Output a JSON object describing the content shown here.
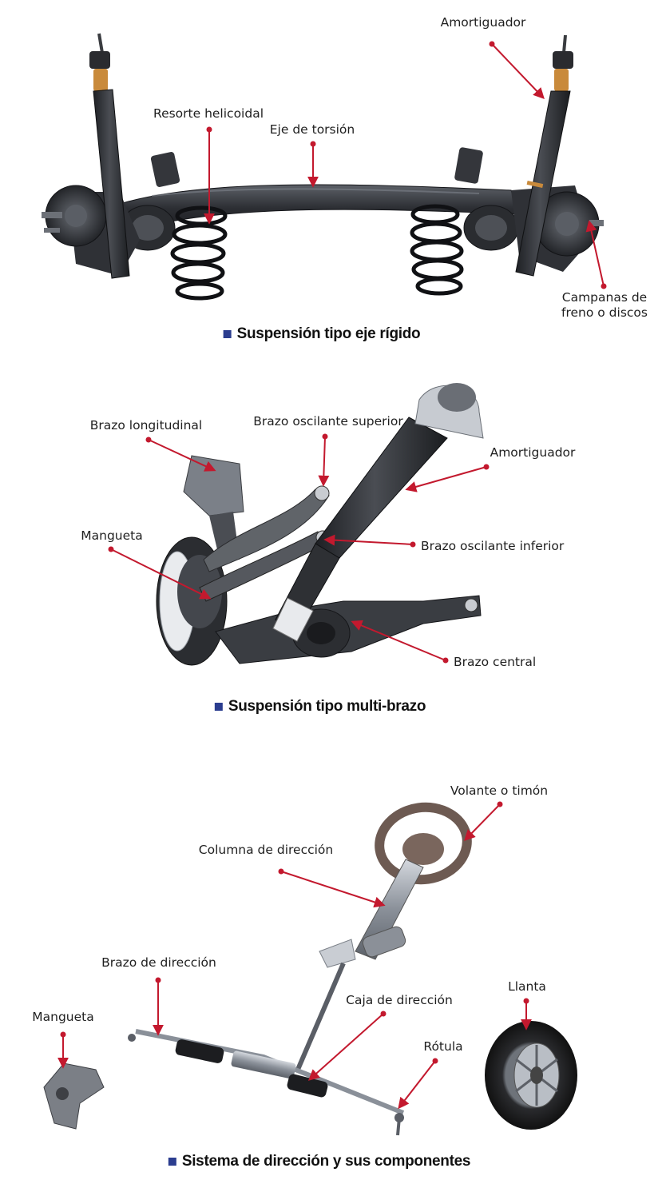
{
  "colors": {
    "leader": "#c3192e",
    "caption_square": "#2b3d8f",
    "metal_dark": "#2a2c30",
    "metal_mid": "#55585e",
    "metal_light": "#9aa0a8",
    "bump_stop": "#c98a3b"
  },
  "sections": [
    {
      "caption": "Suspensión tipo eje rígido",
      "labels": {
        "amortiguador": "Amortiguador",
        "resorte": "Resorte helicoidal",
        "eje": "Eje de torsión",
        "campanas": "Campanas de\nfreno o discos"
      }
    },
    {
      "caption": "Suspensión tipo multi-brazo",
      "labels": {
        "brazo_longitudinal": "Brazo longitudinal",
        "brazo_superior": "Brazo oscilante superior",
        "amortiguador": "Amortiguador",
        "mangueta": "Mangueta",
        "brazo_inferior": "Brazo oscilante inferior",
        "brazo_central": "Brazo central"
      }
    },
    {
      "caption": "Sistema de dirección y sus componentes",
      "labels": {
        "volante": "Volante o timón",
        "columna": "Columna de dirección",
        "brazo_direccion": "Brazo de dirección",
        "caja": "Caja de dirección",
        "mangueta": "Mangueta",
        "rotula": "Rótula",
        "llanta": "Llanta"
      }
    }
  ]
}
